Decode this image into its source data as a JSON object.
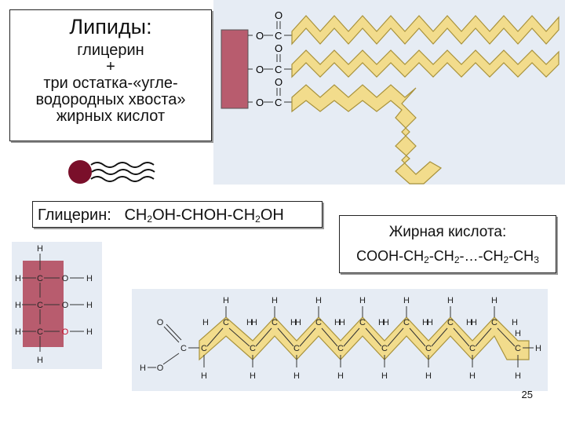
{
  "lipid_box": {
    "title": "Липиды:",
    "lines": [
      "глицерин",
      "+",
      "три остатка-«угле-",
      "водородных хвоста»",
      "жирных кислот"
    ]
  },
  "glycerol_box": {
    "label": "Глицерин:",
    "formula_parts": [
      "CH",
      "2",
      "OH-CHOH-CH",
      "2",
      "OH"
    ]
  },
  "fatty_acid_box": {
    "label": "Жирная кислота:",
    "formula_parts": [
      "COOH-CH",
      "2",
      "-CH",
      "2",
      "-…-CH",
      "2",
      "-CH",
      "3"
    ]
  },
  "atoms": {
    "O": "O",
    "C": "C",
    "H": "H"
  },
  "colors": {
    "chain_fill": "#f2dc8c",
    "chain_stroke": "#a8923c",
    "glycerol_fill": "#b85c6e",
    "panel_bg": "#e6ecf4",
    "ball": "#7a0f2a",
    "red_oxygen": "#c8102e"
  },
  "page_number": "25"
}
